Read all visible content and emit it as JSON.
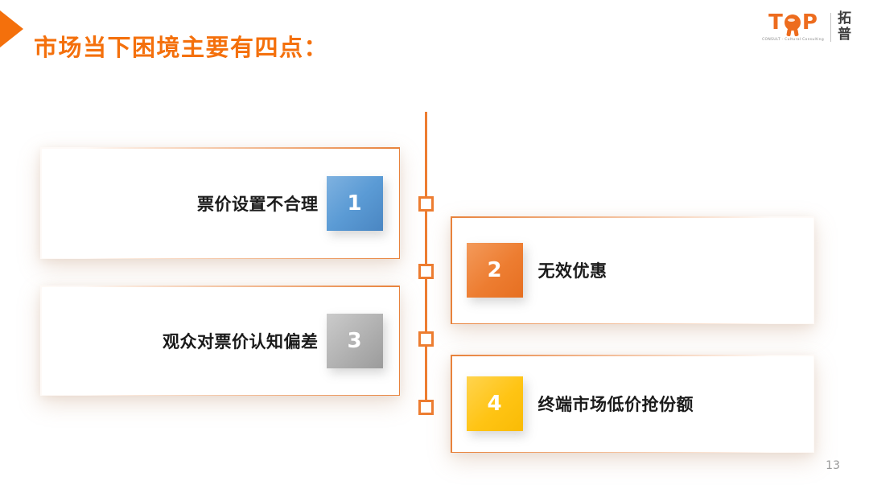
{
  "header": {
    "title": "市场当下困境主要有四点："
  },
  "logo": {
    "word_t": "T",
    "word_p": "P",
    "wordmark": "TOP",
    "tagline": "CONSULT · Cultural Consulting",
    "cn_char_1": "拓",
    "cn_char_2": "普"
  },
  "cards": [
    {
      "number": "1",
      "label": "票价设置不合理",
      "side": "left",
      "accent": "blue"
    },
    {
      "number": "2",
      "label": "无效优惠",
      "side": "right",
      "accent": "orange"
    },
    {
      "number": "3",
      "label": "观众对票价认知偏差",
      "side": "left",
      "accent": "gray"
    },
    {
      "number": "4",
      "label": "终端市场低价抢份额",
      "side": "right",
      "accent": "yellow"
    }
  ],
  "timeline": {
    "node_count": 4
  },
  "footer": {
    "page_number": "13"
  },
  "colors": {
    "title_orange": "#F4700C",
    "timeline_orange": "#ED7D31",
    "card_border_orange": "#E8823B",
    "square_blue": "#5B9BD5",
    "square_orange": "#ED7D31",
    "square_gray": "#ABABAB",
    "square_yellow": "#FFC414",
    "number_text": "#FFFFFF",
    "label_text": "#1B1B1B",
    "page_number_gray": "#9A9A9A"
  }
}
